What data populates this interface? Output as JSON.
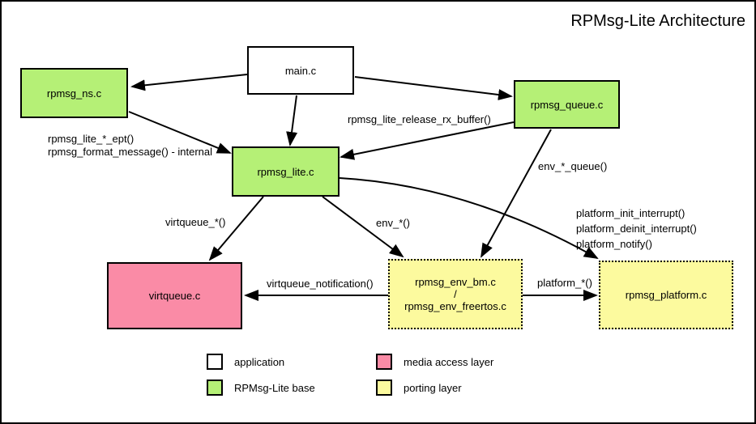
{
  "title": "RPMsg-Lite Architecture",
  "colors": {
    "application": "#ffffff",
    "rpmsg_lite_base": "#b5f076",
    "media_access_layer": "#fa8ba6",
    "porting_layer": "#fcfa9e",
    "line": "#000000"
  },
  "nodes": {
    "main": {
      "label": "main.c"
    },
    "rpmsg_ns": {
      "label": "rpmsg_ns.c"
    },
    "rpmsg_queue": {
      "label": "rpmsg_queue.c"
    },
    "rpmsg_lite": {
      "label": "rpmsg_lite.c"
    },
    "virtqueue": {
      "label": "virtqueue.c"
    },
    "rpmsg_env": {
      "label": "rpmsg_env_bm.c\n/\nrpmsg_env_freertos.c"
    },
    "rpmsg_platform": {
      "label": "rpmsg_platform.c"
    }
  },
  "edge_labels": {
    "ept_internal": "rpmsg_lite_*_ept()\nrpmsg_format_message() - internal",
    "release_rx_buffer": "rpmsg_lite_release_rx_buffer()",
    "env_queue": "env_*_queue()",
    "virtqueue_star": "virtqueue_*()",
    "env_star": "env_*()",
    "platform_interrupts": "platform_init_interrupt()\nplatform_deinit_interrupt()\nplatform_notify()",
    "virtqueue_notification": "virtqueue_notification()",
    "platform_star": "platform_*()"
  },
  "legend": [
    {
      "label": "application",
      "color": "#ffffff"
    },
    {
      "label": "RPMsg-Lite base",
      "color": "#b5f076"
    },
    {
      "label": "media access layer",
      "color": "#fa8ba6"
    },
    {
      "label": "porting layer",
      "color": "#fcfa9e"
    }
  ]
}
